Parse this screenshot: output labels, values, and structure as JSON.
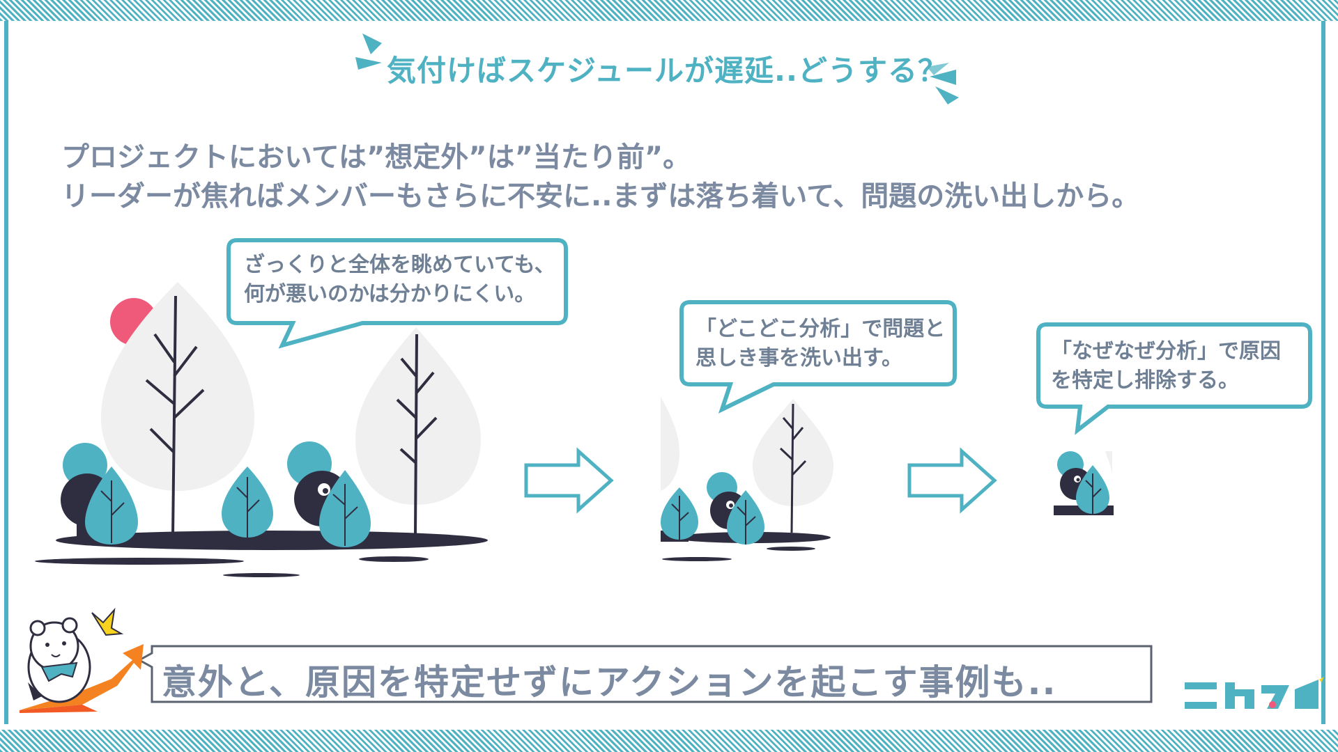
{
  "slide": {
    "title": "気付けばスケジュールが遅延..どうする？",
    "intro_line1": "プロジェクトにおいては”想定外”は”当たり前”。",
    "intro_line2": "リーダーが焦ればメンバーもさらに不安に..まずは落ち着いて、問題の洗い出しから。",
    "bubble1_line1": "ざっくりと全体を眺めていても、",
    "bubble1_line2": "何が悪いのかは分かりにくい。",
    "bubble2_line1": "「どこどこ分析」で問題と",
    "bubble2_line2": "思しき事を洗い出す。",
    "bubble3_line1": "「なぜなぜ分析」で原因",
    "bubble3_line2": "を特定し排除する。",
    "bottom_message": "意外と、原因を特定せずにアクションを起こす事例も..",
    "brand_logo_text": "これスゴ"
  },
  "colors": {
    "accent": "#4fb2c3",
    "text_gray": "#7b8aa0",
    "dark_navy": "#2f2e41",
    "sun_pink": "#f05a7a",
    "light_gray_tree": "#f0f0f0",
    "orange": "#f58220"
  },
  "icons": [
    "arrow-right-icon",
    "sparkle-icon",
    "mascot-icon",
    "logo-icon"
  ]
}
